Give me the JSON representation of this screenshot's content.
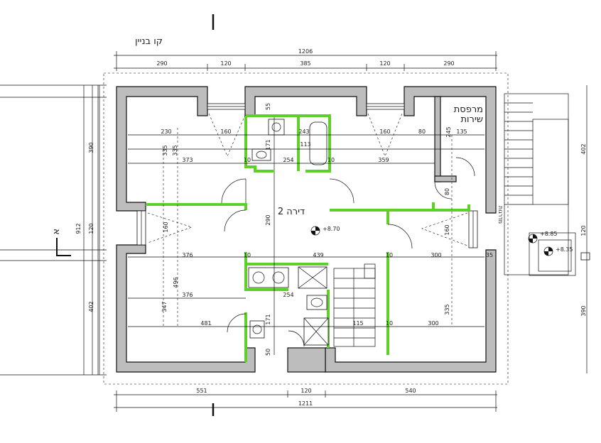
{
  "labels": {
    "building_line": "קו בניין",
    "apartment": "דירה 2",
    "service_balcony_1": "מרפסת",
    "service_balcony_2": "שירות",
    "section_mark": "א",
    "stair": "מדרגות",
    "elev_main": "+8.70",
    "elev_a": "+8.85",
    "elev_b": "+8.35"
  },
  "dims": {
    "top_total": "1206",
    "top_1": "290",
    "top_2": "120",
    "top_3": "385",
    "top_4": "120",
    "top_5": "290",
    "bottom_total": "1211",
    "bottom_1": "551",
    "bottom_2": "120",
    "bottom_3": "540",
    "left_1": "390",
    "left_total": "912",
    "left_2": "120",
    "left_3": "402",
    "right_1": "402",
    "right_2": "120",
    "right_3": "390",
    "i_230": "230",
    "i_160a": "160",
    "i_335a": "335",
    "i_335b": "335",
    "i_373": "373",
    "i_55": "55",
    "i_171a": "171",
    "i_10a": "10",
    "i_243": "243",
    "i_113": "113",
    "i_254a": "254",
    "i_10b": "10",
    "i_160b": "160",
    "i_80a": "80",
    "i_245": "245",
    "i_135": "135",
    "i_359": "359",
    "i_80b": "80",
    "i_160c": "160",
    "i_290": "290",
    "i_160d": "160",
    "i_376a": "376",
    "i_10c": "10",
    "i_439": "439",
    "i_10d": "10",
    "i_300a": "300",
    "i_35": "35",
    "i_496": "496",
    "i_376b": "376",
    "i_254b": "254",
    "i_347": "347",
    "i_481": "481",
    "i_171b": "171",
    "i_115": "115",
    "i_10e": "10",
    "i_300b": "300",
    "i_335c": "335",
    "i_50": "50"
  }
}
